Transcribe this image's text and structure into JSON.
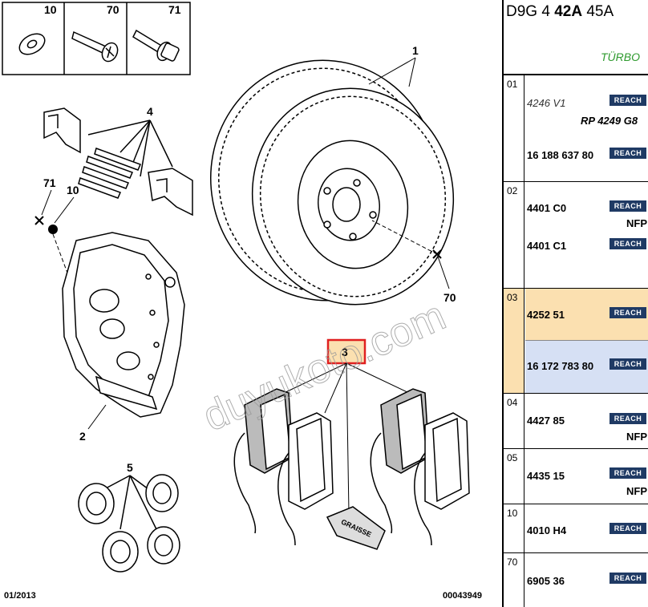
{
  "diagram": {
    "callouts": {
      "c10": "10",
      "c70": "70",
      "c71": "71",
      "c1": "1",
      "c4": "4",
      "c71b": "71",
      "c10b": "10",
      "c2": "2",
      "c3": "3",
      "c5": "5",
      "c70b": "70"
    },
    "grease_label": "GRAISSE",
    "watermark": "duyukoto.com",
    "date": "01/2013",
    "reference": "00043949",
    "highlight_color": "#e02020"
  },
  "panel": {
    "engine_codes": {
      "prefix": "D9G 4",
      "bold": "42A",
      "suffix": "45A"
    },
    "variant": "TÜRBO",
    "reach_label": "REACH",
    "rows": {
      "r01": {
        "num": "01",
        "part_a": "4246 V1",
        "part_rp": "RP 4249 G8",
        "part_b": "16 188 637 80"
      },
      "r02": {
        "num": "02",
        "part_a": "4401 C0",
        "part_b": "4401 C1",
        "nfp": "NFP"
      },
      "r03": {
        "num": "03",
        "part_a": "4252 51",
        "part_b": "16 172 783 80",
        "color_a": "#fbe0b0",
        "color_b": "#d6e0f4"
      },
      "r04": {
        "num": "04",
        "part_a": "4427 85",
        "nfp": "NFP"
      },
      "r05": {
        "num": "05",
        "part_a": "4435 15",
        "nfp": "NFP"
      },
      "r10": {
        "num": "10",
        "part_a": "4010 H4"
      },
      "r70": {
        "num": "70",
        "part_a": "6905 36"
      }
    }
  }
}
